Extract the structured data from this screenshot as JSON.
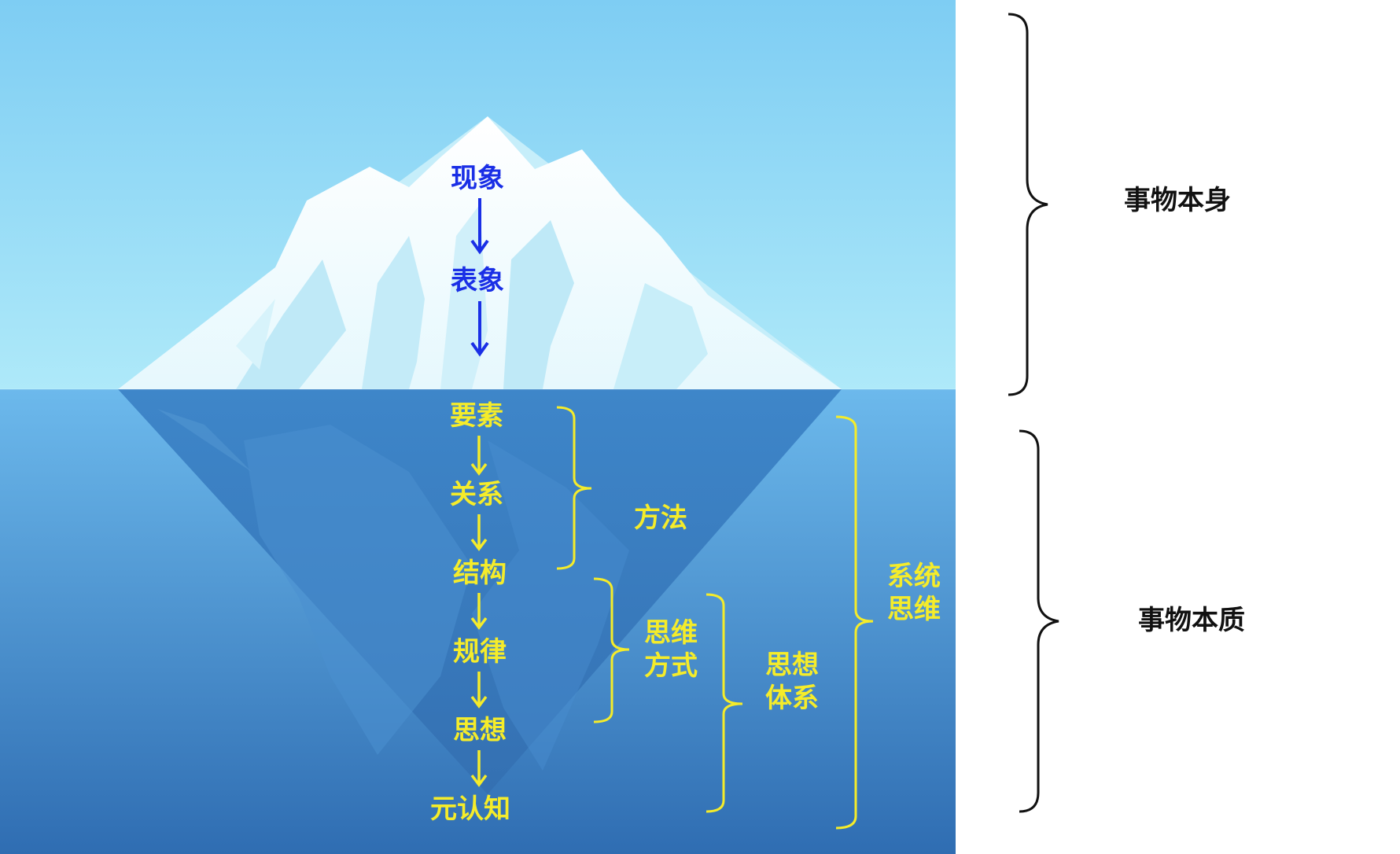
{
  "above_water": {
    "items": [
      "现象",
      "表象"
    ],
    "text_color": "#1a2fe6"
  },
  "below_water": {
    "items": [
      "要素",
      "关系",
      "结构",
      "规律",
      "思想",
      "元认知"
    ],
    "text_color": "#f5ec2a"
  },
  "groups": {
    "method": "方法",
    "thinking_mode": [
      "思维",
      "方式"
    ],
    "thought_system": [
      "思想",
      "体系"
    ],
    "systems_thinking": [
      "系统",
      "思维"
    ]
  },
  "side_labels": {
    "thing_itself": "事物本身",
    "thing_essence": "事物本质"
  },
  "colors": {
    "sky_top": "#7ecdf3",
    "sky_bottom": "#a8e8f9",
    "water_top": "#6bb8ec",
    "water_bottom": "#2e6fb4",
    "iceberg_under": "#3b7fc2",
    "ice_white": "#f4fcff",
    "ice_shade": "#bfeaf8"
  }
}
